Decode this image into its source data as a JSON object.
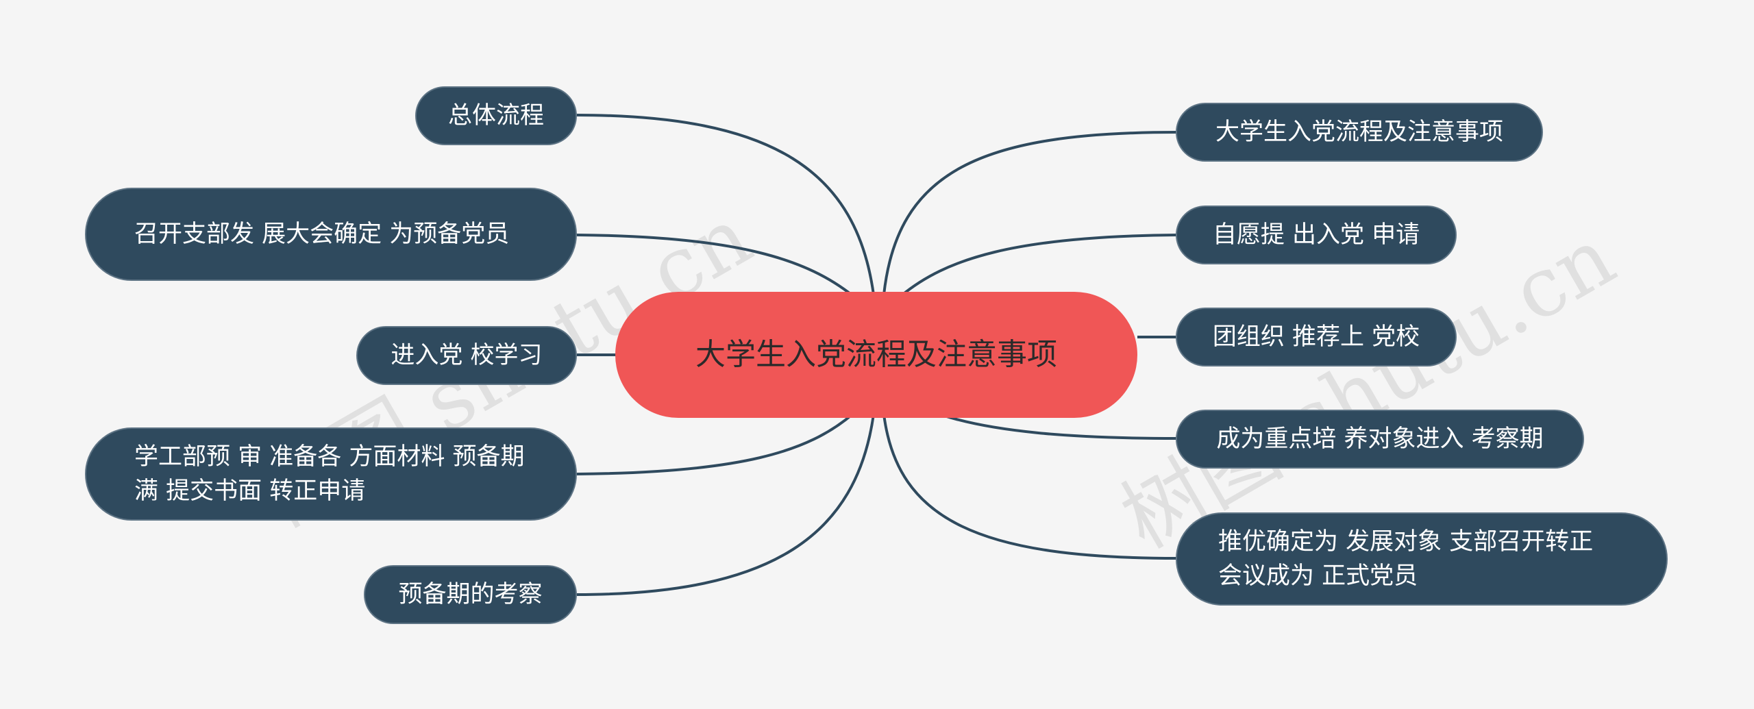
{
  "center": {
    "title": "大学生入党流程及注意事项"
  },
  "left_nodes": [
    {
      "label": "总体流程"
    },
    {
      "label": "召开支部发 展大会确定 为预备党员"
    },
    {
      "label": "进入党 校学习"
    },
    {
      "label": "学工部预 审 准备各 方面材料 预备期满 提交书面 转正申请"
    },
    {
      "label": "预备期的考察"
    }
  ],
  "right_nodes": [
    {
      "label": "大学生入党流程及注意事项"
    },
    {
      "label": "自愿提 出入党 申请"
    },
    {
      "label": "团组织 推荐上 党校"
    },
    {
      "label": "成为重点培 养对象进入 考察期"
    },
    {
      "label": "推优确定为 发展对象 支部召开转正会议成为 正式党员"
    }
  ],
  "watermarks": [
    "树图 shutu.cn",
    "树图 shutu.cn"
  ],
  "colors": {
    "background": "#f5f5f5",
    "node_fill": "#2f4a5e",
    "center_fill": "#f05656",
    "connector": "#2f4a5e"
  }
}
